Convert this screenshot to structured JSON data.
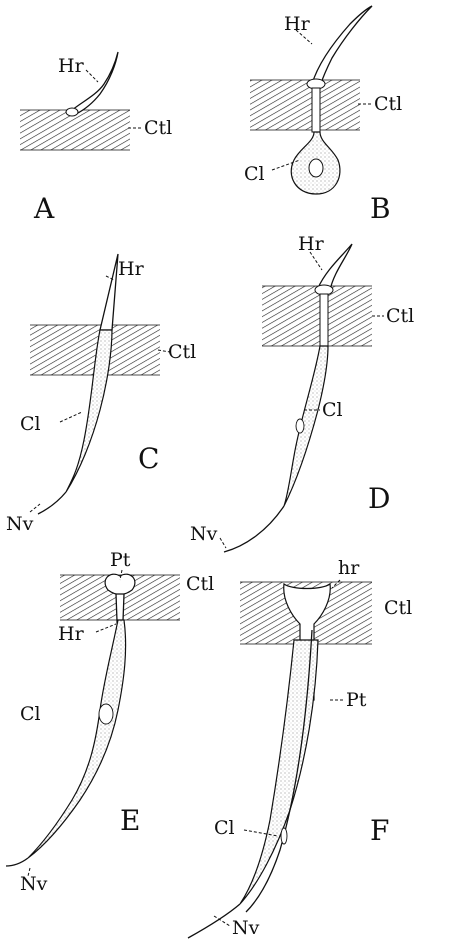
{
  "panels": [
    {
      "id": "A",
      "labels": [
        "Hr",
        "Ctl"
      ]
    },
    {
      "id": "B",
      "labels": [
        "Hr",
        "Ctl",
        "Cl"
      ]
    },
    {
      "id": "C",
      "labels": [
        "Hr",
        "Ctl",
        "Cl",
        "Nv"
      ]
    },
    {
      "id": "D",
      "labels": [
        "Hr",
        "Ctl",
        "Cl",
        "Nv"
      ]
    },
    {
      "id": "E",
      "labels": [
        "Pt",
        "Ctl",
        "Hr",
        "Cl",
        "Nv"
      ]
    },
    {
      "id": "F",
      "labels": [
        "hr",
        "Ctl",
        "Pt",
        "Cl",
        "Nv"
      ]
    }
  ]
}
